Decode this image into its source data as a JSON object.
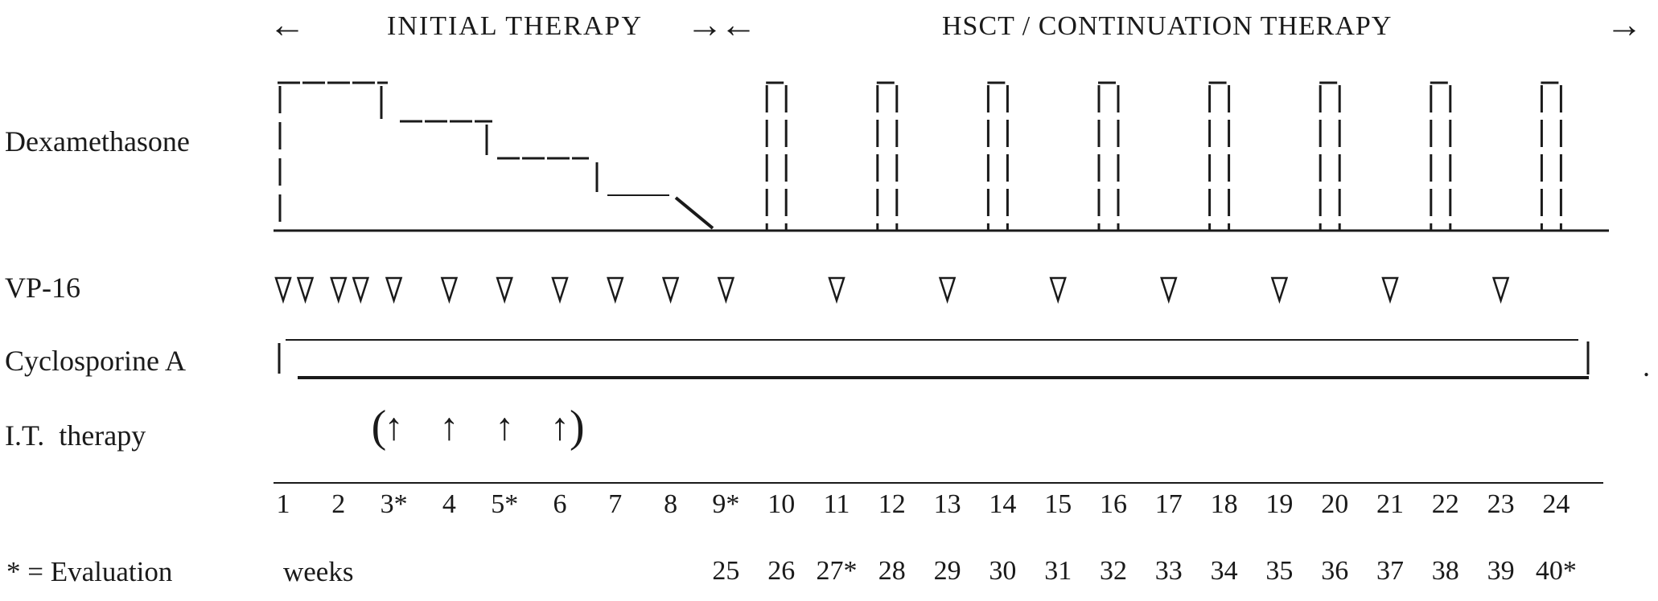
{
  "colors": {
    "ink": "#1a1a1a",
    "background": "#ffffff"
  },
  "header": {
    "left_arrow": "←",
    "initial_label": "INITIAL THERAPY",
    "mid_arrows": "→←",
    "continuation_label": "HSCT / CONTINUATION THERAPY",
    "right_arrow": "→"
  },
  "row_labels": {
    "dexamethasone": "Dexamethasone",
    "vp16": "VP-16",
    "cyclosporine": "Cyclosporine A",
    "it_therapy": "I.T.  therapy"
  },
  "dexamethasone": {
    "taper_description": "4-step dose taper over initial therapy ending in a diagonal wean",
    "taper_steps": 4,
    "pulse_weeks": [
      10,
      12,
      14,
      16,
      18,
      20,
      22,
      24
    ]
  },
  "vp16": {
    "marker": "open-triangle-down",
    "dose_weeks": [
      1,
      1.4,
      2,
      2.4,
      3,
      4,
      5,
      6,
      7,
      8,
      9,
      11,
      13,
      15,
      17,
      19,
      21,
      23
    ]
  },
  "cyclosporine": {
    "bar": "continuous bar spanning week 1 through week 24"
  },
  "it_therapy": {
    "arrow": "↑",
    "open_paren": "(",
    "close_paren": ")",
    "dose_weeks": [
      3,
      4,
      5,
      6
    ]
  },
  "weeks_axis": {
    "row1": [
      "1",
      "2",
      "3*",
      "4",
      "5*",
      "6",
      "7",
      "8",
      "9*",
      "10",
      "11",
      "12",
      "13",
      "14",
      "15",
      "16",
      "17",
      "18",
      "19",
      "20",
      "21",
      "22",
      "23",
      "24"
    ],
    "row2": [
      "25",
      "26",
      "27*",
      "28",
      "29",
      "30",
      "31",
      "32",
      "33",
      "34",
      "35",
      "36",
      "37",
      "38",
      "39",
      "40*"
    ],
    "unit_label": "weeks"
  },
  "legend": {
    "evaluation_note": "* = Evaluation"
  },
  "misc": {
    "trailing_period": "."
  }
}
